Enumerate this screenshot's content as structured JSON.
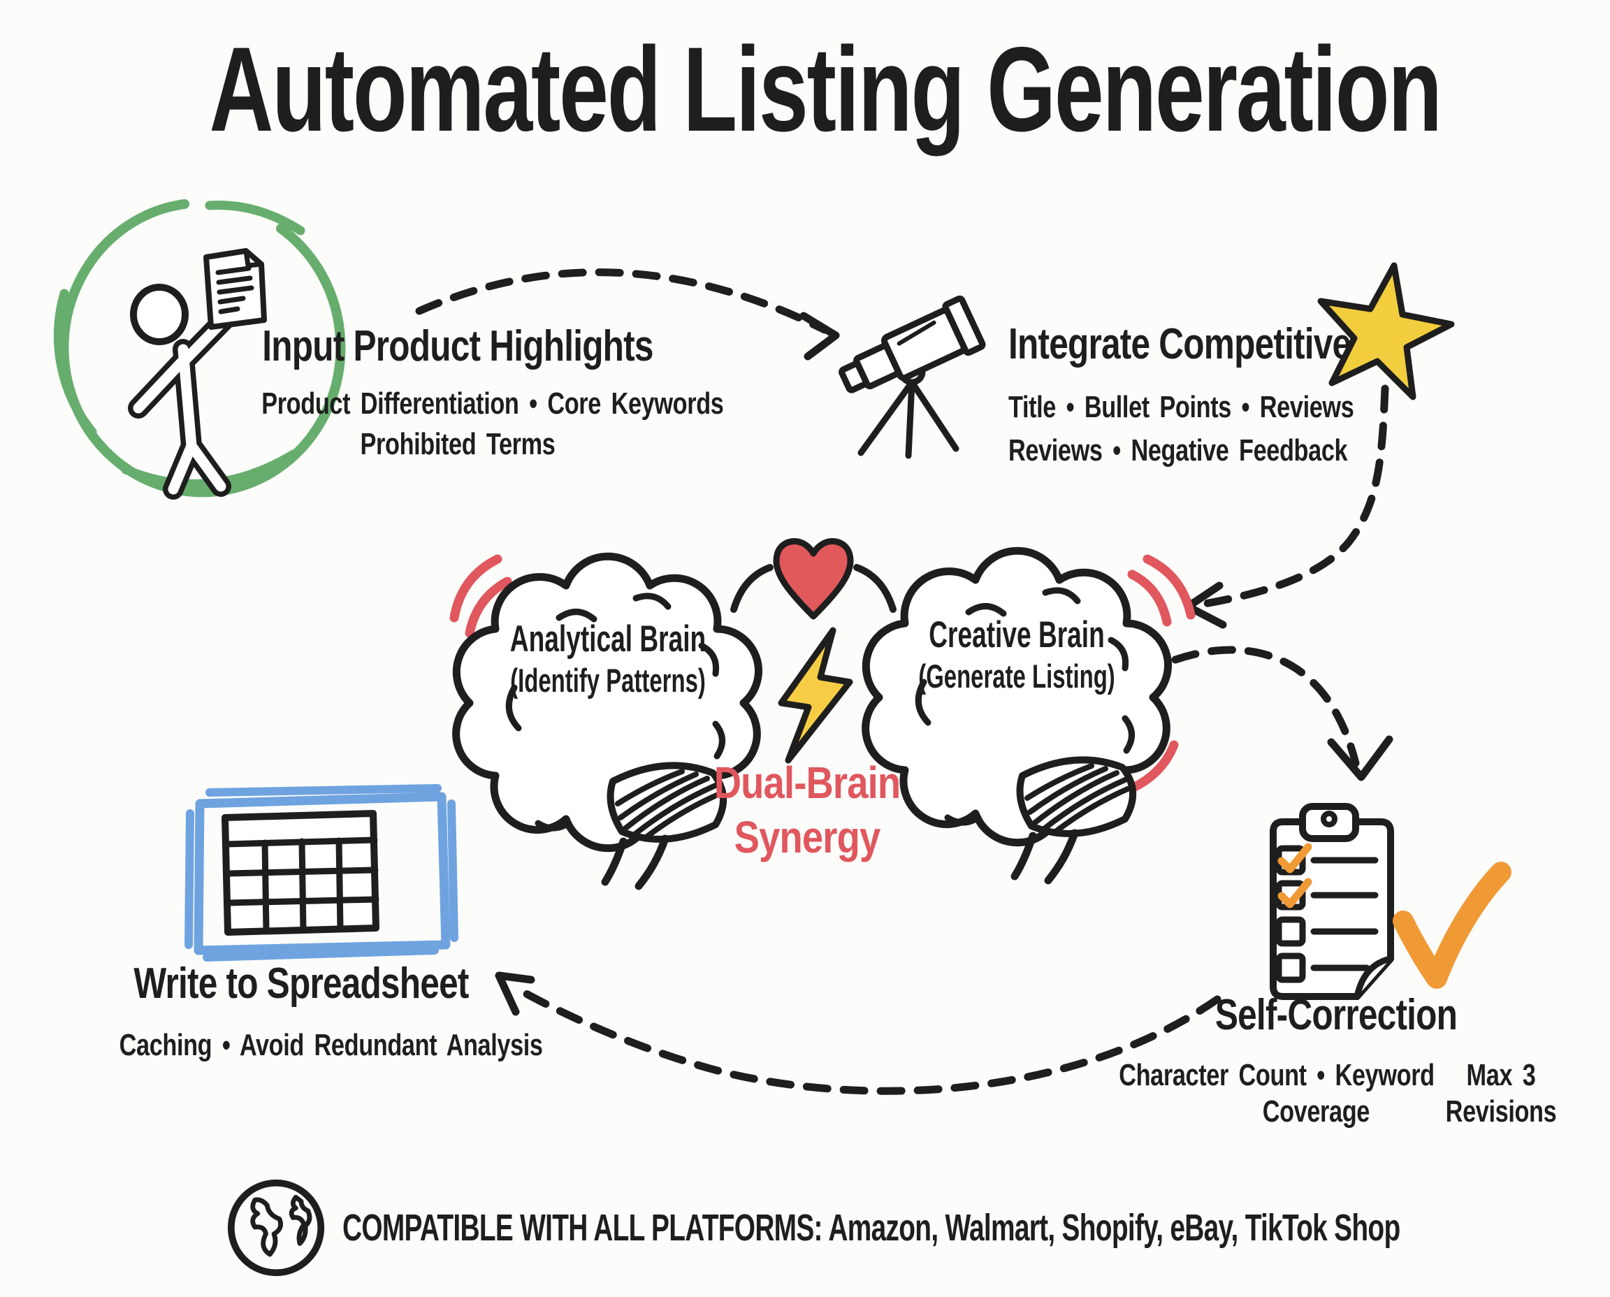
{
  "title": "Automated Listing Generation",
  "colors": {
    "ink": "#1e1e1e",
    "green": "#67AE6E",
    "star-yellow": "#F2CE3E",
    "heart-red": "#E2595C",
    "bolt-yellow": "#F6CD45",
    "accent-red": "#E0575E",
    "check-orange": "#F09A36",
    "sheet-blue": "#6FA3E0",
    "background": "#FCFCFA"
  },
  "steps": {
    "input": {
      "title": "Input Product Highlights",
      "subtitle_line1": "Product Differentiation • Core Keywords",
      "subtitle_line2": "Prohibited Terms",
      "icon": "person-holding-document"
    },
    "integrate": {
      "title": "Integrate Competitive",
      "subtitle_line1": "Title • Bullet Points • Reviews",
      "subtitle_line2": "Reviews • Negative Feedback",
      "icon": "telescope-with-star"
    },
    "synergy": {
      "left_brain_title": "Analytical Brain",
      "left_brain_subtitle": "(Identify Patterns)",
      "right_brain_title": "Creative Brain",
      "right_brain_subtitle": "(Generate Listing)",
      "label_line1": "Dual-Brain",
      "label_line2": "Synergy",
      "icon": "two-brains-heart-lightning"
    },
    "self_correction": {
      "title": "Self-Correction",
      "subtitle_line1": "Character Count • Keyword",
      "subtitle_line2": "Coverage",
      "note_line1": "Max 3",
      "note_line2": "Revisions",
      "icon": "clipboard-checklist"
    },
    "spreadsheet": {
      "title": "Write to Spreadsheet",
      "subtitle_line1": "Caching • Avoid Redundant Analysis",
      "icon": "spreadsheet-grid"
    }
  },
  "footer": {
    "label": "COMPATIBLE WITH ALL PLATFORMS:",
    "platforms": "Amazon, Walmart, Shopify, eBay, TikTok Shop",
    "icon": "globe"
  }
}
